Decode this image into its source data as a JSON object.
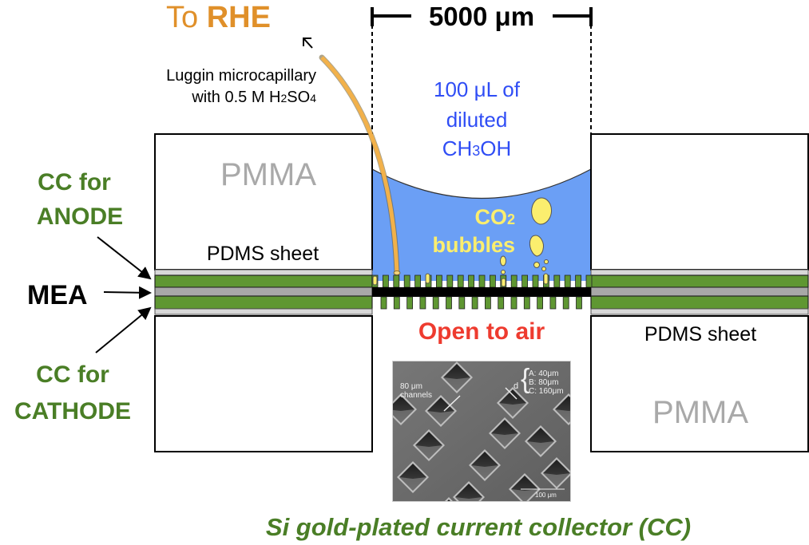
{
  "figure": {
    "scale_bar_label": "5000 μm",
    "reference_label_prefix": "To ",
    "reference_label_bold": "RHE",
    "luggin_line1": "Luggin microcapillary",
    "luggin_line2_prefix": "with 0.5 M H",
    "luggin_line2_sub1": "2",
    "luggin_line2_mid": "SO",
    "luggin_line2_sub2": "4",
    "solution_line1": "100 μL of",
    "solution_line2": "diluted",
    "solution_line3_prefix": "CH",
    "solution_line3_sub": "3",
    "solution_line3_suffix": "OH",
    "bubbles_line1_prefix": "CO",
    "bubbles_line1_sub": "2",
    "bubbles_line2": "bubbles",
    "pmma_label": "PMMA",
    "pdms_label": "PDMS sheet",
    "cc_anode_line1": "CC for",
    "cc_anode_line2": "ANODE",
    "mea_label": "MEA",
    "cc_cathode_line1": "CC for",
    "cc_cathode_line2": "CATHODE",
    "open_to_air": "Open to air",
    "caption": "Si gold-plated current collector (CC)",
    "sem_inset": {
      "channels_line1": "80 μm",
      "channels_line2": "channels",
      "d_label": "d",
      "spacing_a": "A: 40μm",
      "spacing_b": "B: 80μm",
      "spacing_c": "C: 160μm",
      "scale": "100 μm"
    }
  },
  "colors": {
    "rhe_orange": "#e0902a",
    "capillary": "#f2b14a",
    "solution_blue": "#6b9ff5",
    "solution_text": "#2f4df5",
    "bubble_yellow": "#fbee6e",
    "cc_green": "#5f9732",
    "label_green": "#4a7e26",
    "membrane_gray": "#a8a8a8",
    "pdms_gray": "#d8d8d8",
    "pmma_text": "#a9a9a9",
    "air_red": "#ee3b2f"
  }
}
